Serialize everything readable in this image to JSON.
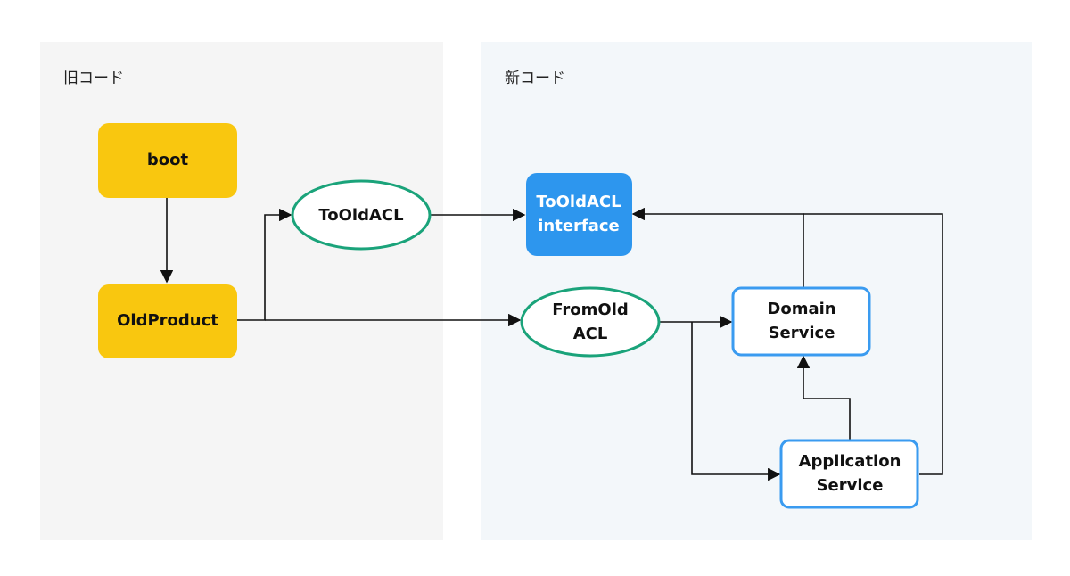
{
  "panels": {
    "old": {
      "title": "旧コード"
    },
    "new": {
      "title": "新コード"
    }
  },
  "nodes": {
    "boot": {
      "lines": [
        "boot"
      ]
    },
    "old_product": {
      "lines": [
        "OldProduct"
      ]
    },
    "to_old_acl": {
      "lines": [
        "ToOldACL"
      ]
    },
    "from_old_acl": {
      "lines": [
        "FromOld",
        "ACL"
      ]
    },
    "to_old_acl_interface": {
      "lines": [
        "ToOldACL",
        "interface"
      ]
    },
    "domain_service": {
      "lines": [
        "Domain",
        "Service"
      ]
    },
    "application_service": {
      "lines": [
        "Application",
        "Service"
      ]
    }
  },
  "colors": {
    "yellow": "#f9c70f",
    "green": "#1aa37a",
    "blue": "#2d96ee",
    "box_border_blue": "#3a9bf0",
    "line": "#111111"
  }
}
